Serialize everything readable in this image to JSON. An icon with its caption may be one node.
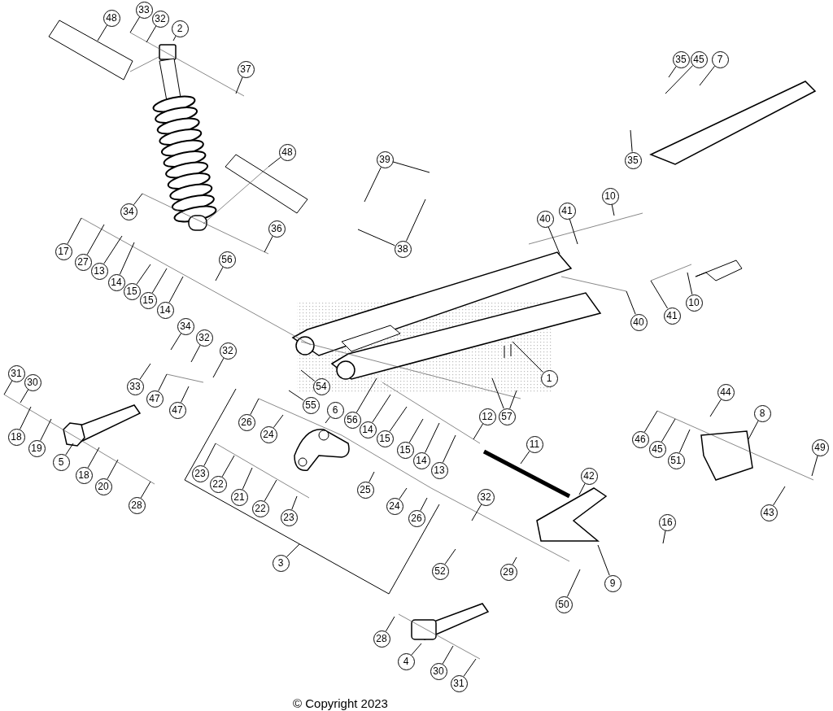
{
  "diagram": {
    "nodes": [
      {
        "text": [
          "33"
        ]
      },
      {
        "text": [
          "48"
        ]
      },
      {
        "text": [
          "32"
        ]
      },
      {
        "text": [
          "2"
        ]
      },
      {
        "text": [
          "37"
        ]
      },
      {
        "text": [
          "7"
        ]
      },
      {
        "text": [
          "35"
        ]
      },
      {
        "text": [
          "45"
        ]
      },
      {
        "text": [
          "35"
        ]
      },
      {
        "text": [
          "48"
        ]
      },
      {
        "text": [
          "39"
        ]
      },
      {
        "text": [
          "34"
        ]
      },
      {
        "text": [
          "10"
        ]
      },
      {
        "text": [
          "41"
        ]
      },
      {
        "text": [
          "40"
        ]
      },
      {
        "text": [
          "38"
        ]
      },
      {
        "text": [
          "36"
        ]
      },
      {
        "text": [
          "17"
        ]
      },
      {
        "text": [
          "27"
        ]
      },
      {
        "text": [
          "13"
        ]
      },
      {
        "text": [
          "14"
        ]
      },
      {
        "text": [
          "56"
        ]
      },
      {
        "text": [
          "15"
        ]
      },
      {
        "text": [
          "15"
        ]
      },
      {
        "text": [
          "14"
        ]
      },
      {
        "text": [
          "10"
        ]
      },
      {
        "text": [
          "41"
        ]
      },
      {
        "text": [
          "40"
        ]
      },
      {
        "text": [
          "34"
        ]
      },
      {
        "text": [
          "32"
        ]
      },
      {
        "text": [
          "32"
        ]
      },
      {
        "text": [
          "1"
        ]
      },
      {
        "text": [
          "31"
        ]
      },
      {
        "text": [
          "30"
        ]
      },
      {
        "text": [
          "33"
        ]
      },
      {
        "text": [
          "47"
        ]
      },
      {
        "text": [
          "54"
        ]
      },
      {
        "text": [
          "55"
        ]
      },
      {
        "text": [
          "6"
        ]
      },
      {
        "text": [
          "47"
        ]
      },
      {
        "text": [
          "57"
        ]
      },
      {
        "text": [
          "12"
        ]
      },
      {
        "text": [
          "18"
        ]
      },
      {
        "text": [
          "19"
        ]
      },
      {
        "text": [
          "26"
        ]
      },
      {
        "text": [
          "56"
        ]
      },
      {
        "text": [
          "14"
        ]
      },
      {
        "text": [
          "15"
        ]
      },
      {
        "text": [
          "24"
        ]
      },
      {
        "text": [
          "15"
        ]
      },
      {
        "text": [
          "44"
        ]
      },
      {
        "text": [
          "8"
        ]
      },
      {
        "text": [
          "11"
        ]
      },
      {
        "text": [
          "14"
        ]
      },
      {
        "text": [
          "13"
        ]
      },
      {
        "text": [
          "46"
        ]
      },
      {
        "text": [
          "45"
        ]
      },
      {
        "text": [
          "51"
        ]
      },
      {
        "text": [
          "49"
        ]
      },
      {
        "text": [
          "5"
        ]
      },
      {
        "text": [
          "18"
        ]
      },
      {
        "text": [
          "20"
        ]
      },
      {
        "text": [
          "42"
        ]
      },
      {
        "text": [
          "23"
        ]
      },
      {
        "text": [
          "22"
        ]
      },
      {
        "text": [
          "21"
        ]
      },
      {
        "text": [
          "25"
        ]
      },
      {
        "text": [
          "32"
        ]
      },
      {
        "text": [
          "22"
        ]
      },
      {
        "text": [
          "24"
        ]
      },
      {
        "text": [
          "23"
        ]
      },
      {
        "text": [
          "26"
        ]
      },
      {
        "text": [
          "16"
        ]
      },
      {
        "text": [
          "43"
        ]
      },
      {
        "text": [
          "28"
        ]
      },
      {
        "text": [
          "3"
        ]
      },
      {
        "text": [
          "52"
        ]
      },
      {
        "text": [
          "29"
        ]
      },
      {
        "text": [
          "9"
        ]
      },
      {
        "text": [
          "50"
        ]
      },
      {
        "text": [
          "28"
        ]
      },
      {
        "text": [
          "4"
        ]
      },
      {
        "text": [
          "30"
        ]
      },
      {
        "text": [
          "31"
        ]
      }
    ],
    "edges": [
      {
        "from": 0,
        "to": null,
        "arrow": "none"
      },
      {
        "from": 1,
        "to": null,
        "arrow": "none"
      },
      {
        "from": 2,
        "to": null,
        "arrow": "none"
      },
      {
        "from": 3,
        "to": null,
        "arrow": "none"
      },
      {
        "from": 4,
        "to": null,
        "arrow": "none"
      },
      {
        "from": 5,
        "to": null,
        "arrow": "none"
      },
      {
        "from": 6,
        "to": null,
        "arrow": "none"
      },
      {
        "from": 7,
        "to": null,
        "arrow": "none"
      },
      {
        "from": 8,
        "to": null,
        "arrow": "none"
      },
      {
        "from": 9,
        "to": null,
        "arrow": "none"
      },
      {
        "from": 10,
        "to": null,
        "arrow": "none"
      },
      {
        "from": 10,
        "to": null,
        "arrow": "none"
      },
      {
        "from": 11,
        "to": null,
        "arrow": "none"
      },
      {
        "from": 12,
        "to": null,
        "arrow": "none"
      },
      {
        "from": 13,
        "to": null,
        "arrow": "none"
      },
      {
        "from": 14,
        "to": null,
        "arrow": "none"
      },
      {
        "from": 15,
        "to": null,
        "arrow": "none"
      },
      {
        "from": 15,
        "to": null,
        "arrow": "none"
      },
      {
        "from": 16,
        "to": null,
        "arrow": "none"
      },
      {
        "from": 17,
        "to": null,
        "arrow": "none"
      },
      {
        "from": 18,
        "to": null,
        "arrow": "none"
      },
      {
        "from": 19,
        "to": null,
        "arrow": "none"
      },
      {
        "from": 20,
        "to": null,
        "arrow": "none"
      },
      {
        "from": 21,
        "to": null,
        "arrow": "none"
      },
      {
        "from": 22,
        "to": null,
        "arrow": "none"
      },
      {
        "from": 23,
        "to": null,
        "arrow": "none"
      },
      {
        "from": 24,
        "to": null,
        "arrow": "none"
      },
      {
        "from": 25,
        "to": null,
        "arrow": "none"
      },
      {
        "from": 26,
        "to": null,
        "arrow": "none"
      },
      {
        "from": 27,
        "to": null,
        "arrow": "none"
      },
      {
        "from": 28,
        "to": null,
        "arrow": "none"
      },
      {
        "from": 29,
        "to": null,
        "arrow": "none"
      },
      {
        "from": 30,
        "to": null,
        "arrow": "none"
      },
      {
        "from": 31,
        "to": null,
        "arrow": "none"
      },
      {
        "from": 32,
        "to": null,
        "arrow": "none"
      },
      {
        "from": 33,
        "to": null,
        "arrow": "none"
      },
      {
        "from": 34,
        "to": null,
        "arrow": "none"
      },
      {
        "from": 35,
        "to": null,
        "arrow": "none"
      },
      {
        "from": 36,
        "to": null,
        "arrow": "none"
      },
      {
        "from": 37,
        "to": null,
        "arrow": "none"
      },
      {
        "from": 38,
        "to": null,
        "arrow": "none"
      },
      {
        "from": 39,
        "to": null,
        "arrow": "none"
      },
      {
        "from": 40,
        "to": null,
        "arrow": "none"
      },
      {
        "from": 40,
        "to": null,
        "arrow": "none"
      },
      {
        "from": 41,
        "to": null,
        "arrow": "none"
      },
      {
        "from": 42,
        "to": null,
        "arrow": "none"
      },
      {
        "from": 43,
        "to": null,
        "arrow": "none"
      },
      {
        "from": 44,
        "to": null,
        "arrow": "none"
      },
      {
        "from": 45,
        "to": null,
        "arrow": "none"
      },
      {
        "from": 46,
        "to": null,
        "arrow": "none"
      },
      {
        "from": 47,
        "to": null,
        "arrow": "none"
      },
      {
        "from": 48,
        "to": null,
        "arrow": "none"
      },
      {
        "from": 49,
        "to": null,
        "arrow": "none"
      },
      {
        "from": 50,
        "to": null,
        "arrow": "none"
      },
      {
        "from": 51,
        "to": null,
        "arrow": "none"
      },
      {
        "from": 52,
        "to": null,
        "arrow": "none"
      },
      {
        "from": 53,
        "to": null,
        "arrow": "none"
      },
      {
        "from": 54,
        "to": null,
        "arrow": "none"
      },
      {
        "from": 55,
        "to": null,
        "arrow": "none"
      },
      {
        "from": 56,
        "to": null,
        "arrow": "none"
      },
      {
        "from": 57,
        "to": null,
        "arrow": "none"
      },
      {
        "from": 58,
        "to": null,
        "arrow": "none"
      },
      {
        "from": 59,
        "to": null,
        "arrow": "none"
      },
      {
        "from": 60,
        "to": null,
        "arrow": "none"
      },
      {
        "from": 61,
        "to": null,
        "arrow": "none"
      },
      {
        "from": 62,
        "to": null,
        "arrow": "none"
      },
      {
        "from": 63,
        "to": null,
        "arrow": "none"
      },
      {
        "from": 64,
        "to": null,
        "arrow": "none"
      },
      {
        "from": 65,
        "to": null,
        "arrow": "none"
      },
      {
        "from": 66,
        "to": null,
        "arrow": "none"
      },
      {
        "from": 67,
        "to": null,
        "arrow": "none"
      },
      {
        "from": 68,
        "to": null,
        "arrow": "none"
      },
      {
        "from": 69,
        "to": null,
        "arrow": "none"
      },
      {
        "from": 70,
        "to": null,
        "arrow": "none"
      },
      {
        "from": 71,
        "to": null,
        "arrow": "none"
      },
      {
        "from": 72,
        "to": null,
        "arrow": "none"
      },
      {
        "from": 73,
        "to": null,
        "arrow": "none"
      },
      {
        "from": 74,
        "to": null,
        "arrow": "none"
      },
      {
        "from": 75,
        "to": null,
        "arrow": "none"
      },
      {
        "from": 76,
        "to": null,
        "arrow": "none"
      },
      {
        "from": 77,
        "to": null,
        "arrow": "none"
      },
      {
        "from": 78,
        "to": null,
        "arrow": "none"
      },
      {
        "from": 79,
        "to": null,
        "arrow": "none"
      },
      {
        "from": 80,
        "to": null,
        "arrow": "none"
      },
      {
        "from": 81,
        "to": null,
        "arrow": "none"
      },
      {
        "from": 82,
        "to": null,
        "arrow": "none"
      },
      {
        "from": 83,
        "to": null,
        "arrow": "none"
      }
    ],
    "labels": [
      "© Copyright 2023"
    ]
  }
}
